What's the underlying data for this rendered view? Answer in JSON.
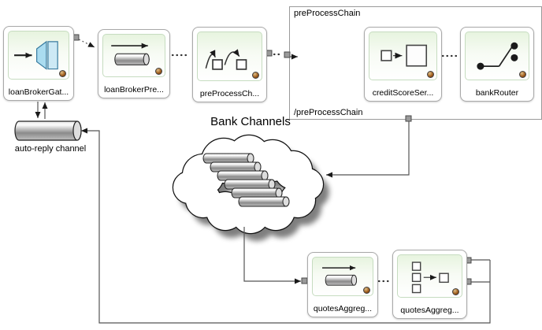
{
  "nodes": [
    {
      "label": "loanBrokerGat...",
      "icon": "gateway-icon"
    },
    {
      "label": "loanBrokerPre...",
      "icon": "channel-icon"
    },
    {
      "label": "preProcessCh...",
      "icon": "chain-icon"
    },
    {
      "label": "creditScoreSer...",
      "icon": "service-activator-icon"
    },
    {
      "label": "bankRouter",
      "icon": "router-icon"
    },
    {
      "label": "quotesAggreg...",
      "icon": "channel-icon"
    },
    {
      "label": "quotesAggreg...",
      "icon": "aggregator-icon"
    }
  ],
  "chain_container": {
    "open_label": "preProcessChain",
    "close_label": "/preProcessChain"
  },
  "annotations": {
    "auto_reply_channel": "auto-reply channel",
    "bank_channels": "Bank Channels"
  },
  "colors": {
    "node_border": "#a9a9a9",
    "node_gradient_top": "#e7f4df",
    "connector_gray": "#9a9a9a",
    "gateway_blue": "#aadcf0",
    "line": "#555555"
  }
}
